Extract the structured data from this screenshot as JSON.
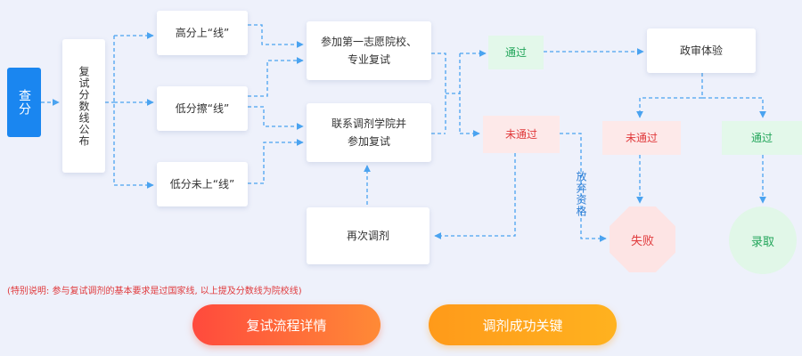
{
  "nodes": {
    "chafen": "查分",
    "publish": "复试分数线公布",
    "high": "高分上“线”",
    "edge": "低分擦“线”",
    "below": "低分未上“线”",
    "first_choice": [
      "参加第一志愿院校、",
      "专业复试"
    ],
    "adjust": [
      "联系调剂学院并",
      "参加复试"
    ],
    "readjust": "再次调剂",
    "pass1": "通过",
    "fail1": "未通过",
    "political": "政审体验",
    "fail2": "未通过",
    "pass2": "通过",
    "giveup": "放弃资格",
    "failed": "失败",
    "admitted": "录取"
  },
  "note": "(特别说明: 参与复试调剂的基本要求是过国家线, 以上提及分数线为院校线)",
  "buttons": {
    "process": "复试流程详情",
    "adjust_key": "调剂成功关键"
  },
  "colors": {
    "connector": "#4aa3f0",
    "primary": "#1a86f0",
    "pass": "#22a55a",
    "fail": "#e0393b"
  }
}
